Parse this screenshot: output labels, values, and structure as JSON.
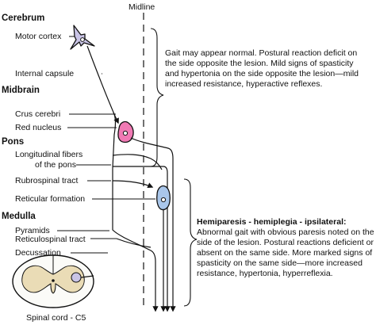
{
  "midline": "Midline",
  "sections": {
    "cerebrum": "Cerebrum",
    "midbrain": "Midbrain",
    "pons": "Pons",
    "medulla": "Medulla"
  },
  "labels": {
    "motor_cortex": "Motor cortex",
    "internal_capsule": "Internal capsule",
    "crus_cerebri": "Crus cerebri",
    "red_nucleus": "Red nucleus",
    "longitudinal_line1": "Longitudinal fibers",
    "longitudinal_line2": "of the pons",
    "rubrospinal_tract": "Rubrospinal tract",
    "reticular_formation": "Reticular formation",
    "pyramids": "Pyramids",
    "reticulospinal_tract": "Reticulospinal tract",
    "decussation": "Decussation",
    "spinal_cord": "Spinal cord - C5"
  },
  "upper_note": [
    "Gait may appear normal. Postural reaction deficit on",
    "the side opposite the lesion. Mild signs of spasticity",
    "and hypertonia on the side opposite the lesion—mild",
    "increased resistance, hyperactive reflexes."
  ],
  "lower_note": {
    "heading": "Hemiparesis - hemiplegia - ipsilateral:",
    "lines": [
      "Abnormal gait with obvious paresis noted on the",
      "side of the lesion. Postural reactions deficient or",
      "absent on the same side. More marked signs of",
      "spasticity on the same side—more increased",
      "resistance, hypertonia, hyperreflexia."
    ]
  },
  "colors": {
    "motor_neuron": "#c9c4e6",
    "red_nucleus_cell": "#f07ab4",
    "reticular_cell": "#a9c6ea",
    "spinal_gray": "#eadcb6",
    "line": "#111111"
  }
}
